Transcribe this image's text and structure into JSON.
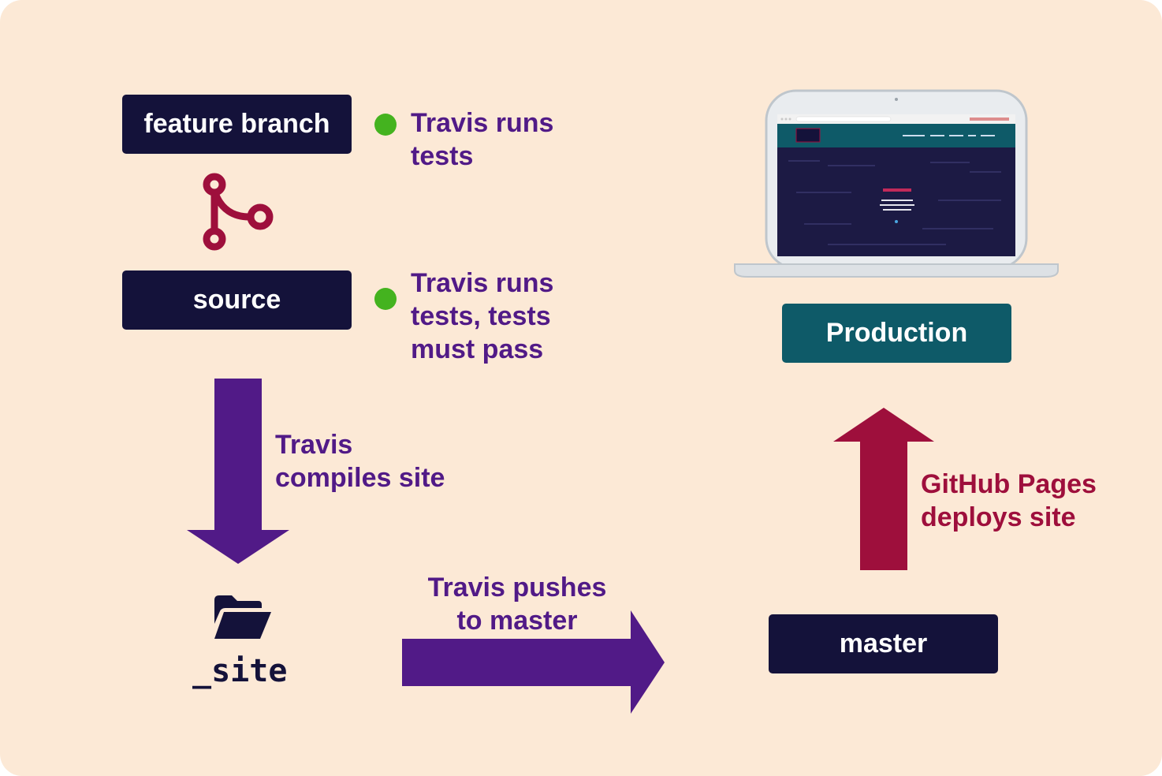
{
  "colors": {
    "background": "#fce9d6",
    "node": "#14123a",
    "production": "#0e5a68",
    "accent_purple": "#511a87",
    "accent_crimson": "#9e0f3c",
    "status_green": "#44b31f"
  },
  "nodes": {
    "feature_branch": "feature branch",
    "source": "source",
    "site": "_site",
    "master": "master",
    "production": "Production"
  },
  "checks": {
    "feature_branch": {
      "status": "pass",
      "icon": "green-dot-icon",
      "text": "Travis runs\ntests"
    },
    "source": {
      "status": "pass",
      "icon": "green-dot-icon",
      "text": "Travis runs\ntests, tests\nmust pass"
    }
  },
  "steps": {
    "compile": "Travis\ncompiles site",
    "push": "Travis pushes\nto master",
    "deploy": "GitHub Pages\ndeploys site"
  },
  "icons": {
    "merge": "git-branch-merge-icon",
    "folder": "open-folder-icon",
    "laptop": "laptop-icon"
  }
}
